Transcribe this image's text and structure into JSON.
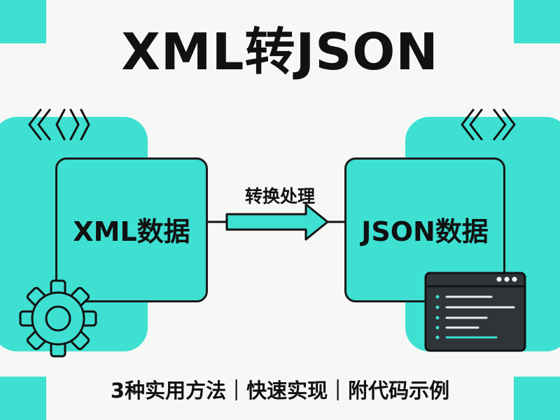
{
  "title": "XML转JSON",
  "left_card": {
    "label": "XML数据"
  },
  "right_card": {
    "label": "JSON数据"
  },
  "process": {
    "label": "转换处理"
  },
  "subtitle": "3种实用方法｜快速实现｜附代码示例",
  "colors": {
    "background": "#f6f8f5",
    "accent": "#3ee0d2",
    "text": "#111111",
    "terminal": "#2c3238"
  },
  "icons": [
    "left-chevrons-icon",
    "right-chevrons-icon",
    "gear-icon",
    "terminal-window-icon",
    "arrow-right-icon"
  ]
}
